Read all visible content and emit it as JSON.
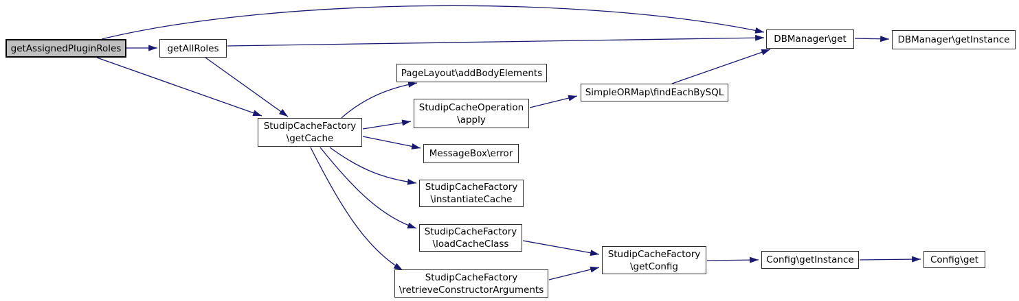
{
  "diagram": {
    "type": "call-graph",
    "colors": {
      "edge": "#191970",
      "node_border": "#2b2b2b",
      "node_fill": "#ffffff",
      "highlight_fill": "#bfbfbf",
      "text": "#000000"
    },
    "nodes": [
      {
        "id": "getAssignedPluginRoles",
        "label": "getAssignedPluginRoles",
        "highlighted": true
      },
      {
        "id": "getAllRoles",
        "label": "getAllRoles",
        "highlighted": false
      },
      {
        "id": "DBManager-get",
        "label": "DBManager\\get",
        "highlighted": false
      },
      {
        "id": "DBManager-getInstance",
        "label": "DBManager\\getInstance",
        "highlighted": false
      },
      {
        "id": "PageLayout-addBodyElements",
        "label": "PageLayout\\addBodyElements",
        "highlighted": false
      },
      {
        "id": "SimpleORMap-findEachBySQL",
        "label": "SimpleORMap\\findEachBySQL",
        "highlighted": false
      },
      {
        "id": "StudipCacheOperation-apply",
        "label": "StudipCacheOperation\n\\apply",
        "highlighted": false
      },
      {
        "id": "StudipCacheFactory-getCache",
        "label": "StudipCacheFactory\n\\getCache",
        "highlighted": false
      },
      {
        "id": "MessageBox-error",
        "label": "MessageBox\\error",
        "highlighted": false
      },
      {
        "id": "StudipCacheFactory-instantiateCache",
        "label": "StudipCacheFactory\n\\instantiateCache",
        "highlighted": false
      },
      {
        "id": "StudipCacheFactory-loadCacheClass",
        "label": "StudipCacheFactory\n\\loadCacheClass",
        "highlighted": false
      },
      {
        "id": "StudipCacheFactory-retrieveConstructorArguments",
        "label": "StudipCacheFactory\n\\retrieveConstructorArguments",
        "highlighted": false
      },
      {
        "id": "StudipCacheFactory-getConfig",
        "label": "StudipCacheFactory\n\\getConfig",
        "highlighted": false
      },
      {
        "id": "Config-getInstance",
        "label": "Config\\getInstance",
        "highlighted": false
      },
      {
        "id": "Config-get",
        "label": "Config\\get",
        "highlighted": false
      }
    ],
    "edges": [
      {
        "from": "getAssignedPluginRoles",
        "to": "getAllRoles"
      },
      {
        "from": "getAssignedPluginRoles",
        "to": "DBManager-get"
      },
      {
        "from": "getAssignedPluginRoles",
        "to": "StudipCacheFactory-getCache"
      },
      {
        "from": "getAllRoles",
        "to": "DBManager-get"
      },
      {
        "from": "getAllRoles",
        "to": "StudipCacheFactory-getCache"
      },
      {
        "from": "StudipCacheFactory-getCache",
        "to": "PageLayout-addBodyElements"
      },
      {
        "from": "StudipCacheFactory-getCache",
        "to": "StudipCacheOperation-apply"
      },
      {
        "from": "StudipCacheOperation-apply",
        "to": "SimpleORMap-findEachBySQL"
      },
      {
        "from": "SimpleORMap-findEachBySQL",
        "to": "DBManager-get"
      },
      {
        "from": "StudipCacheFactory-getCache",
        "to": "MessageBox-error"
      },
      {
        "from": "StudipCacheFactory-getCache",
        "to": "StudipCacheFactory-instantiateCache"
      },
      {
        "from": "StudipCacheFactory-getCache",
        "to": "StudipCacheFactory-loadCacheClass"
      },
      {
        "from": "StudipCacheFactory-getCache",
        "to": "StudipCacheFactory-retrieveConstructorArguments"
      },
      {
        "from": "StudipCacheFactory-loadCacheClass",
        "to": "StudipCacheFactory-getConfig"
      },
      {
        "from": "StudipCacheFactory-retrieveConstructorArguments",
        "to": "StudipCacheFactory-getConfig"
      },
      {
        "from": "StudipCacheFactory-getConfig",
        "to": "Config-getInstance"
      },
      {
        "from": "Config-getInstance",
        "to": "Config-get"
      },
      {
        "from": "DBManager-get",
        "to": "DBManager-getInstance"
      }
    ]
  }
}
